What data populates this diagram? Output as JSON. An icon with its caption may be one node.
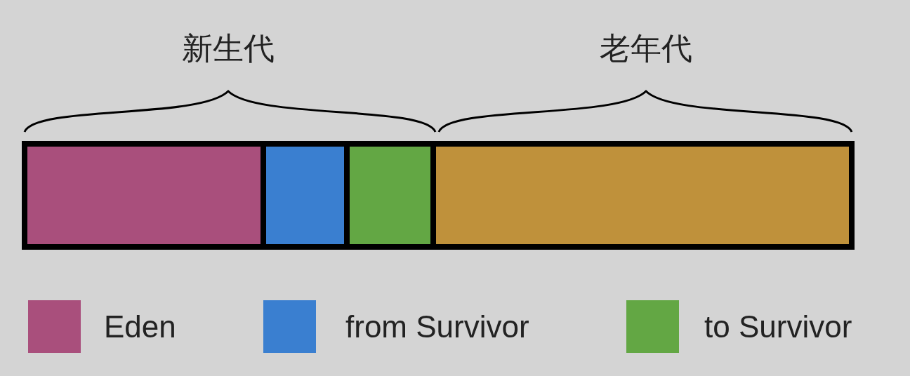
{
  "diagram": {
    "labels": [
      "新生代",
      "老年代"
    ],
    "legend": [
      {
        "text": "Eden",
        "color": "#a94f7c"
      },
      {
        "text": "from Survivor",
        "color": "#3a7fd0"
      },
      {
        "text": "to Survivor",
        "color": "#63a744"
      }
    ]
  }
}
